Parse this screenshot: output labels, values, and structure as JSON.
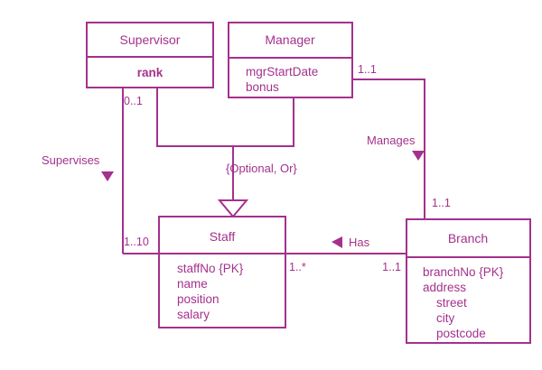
{
  "diagram": {
    "type": "uml-class-diagram",
    "accent_color": "#a4318d",
    "background_color": "#ffffff",
    "classes": [
      {
        "id": "supervisor",
        "name": "Supervisor",
        "attributes": [
          "rank"
        ]
      },
      {
        "id": "manager",
        "name": "Manager",
        "attributes": [
          "mgrStartDate",
          "bonus"
        ]
      },
      {
        "id": "staff",
        "name": "Staff",
        "attributes": [
          "staffNo {PK}",
          "name",
          "position",
          "salary"
        ]
      },
      {
        "id": "branch",
        "name": "Branch",
        "attributes": [
          "branchNo {PK}",
          "address",
          "street",
          "city",
          "postcode"
        ]
      }
    ],
    "associations": [
      {
        "id": "supervises",
        "label": "Supervises",
        "source_multiplicity": "0..1",
        "target_multiplicity": "1..10"
      },
      {
        "id": "manages",
        "label": "Manages",
        "source_multiplicity": "1..1",
        "target_multiplicity": "1..1"
      },
      {
        "id": "has",
        "label": "Has",
        "source_multiplicity": "1..*",
        "target_multiplicity": "1..1"
      }
    ],
    "generalization": {
      "id": "staff-generalization",
      "constraint": "{Optional, Or}",
      "superclass": "Staff",
      "subclasses": [
        "Supervisor",
        "Manager"
      ]
    }
  }
}
